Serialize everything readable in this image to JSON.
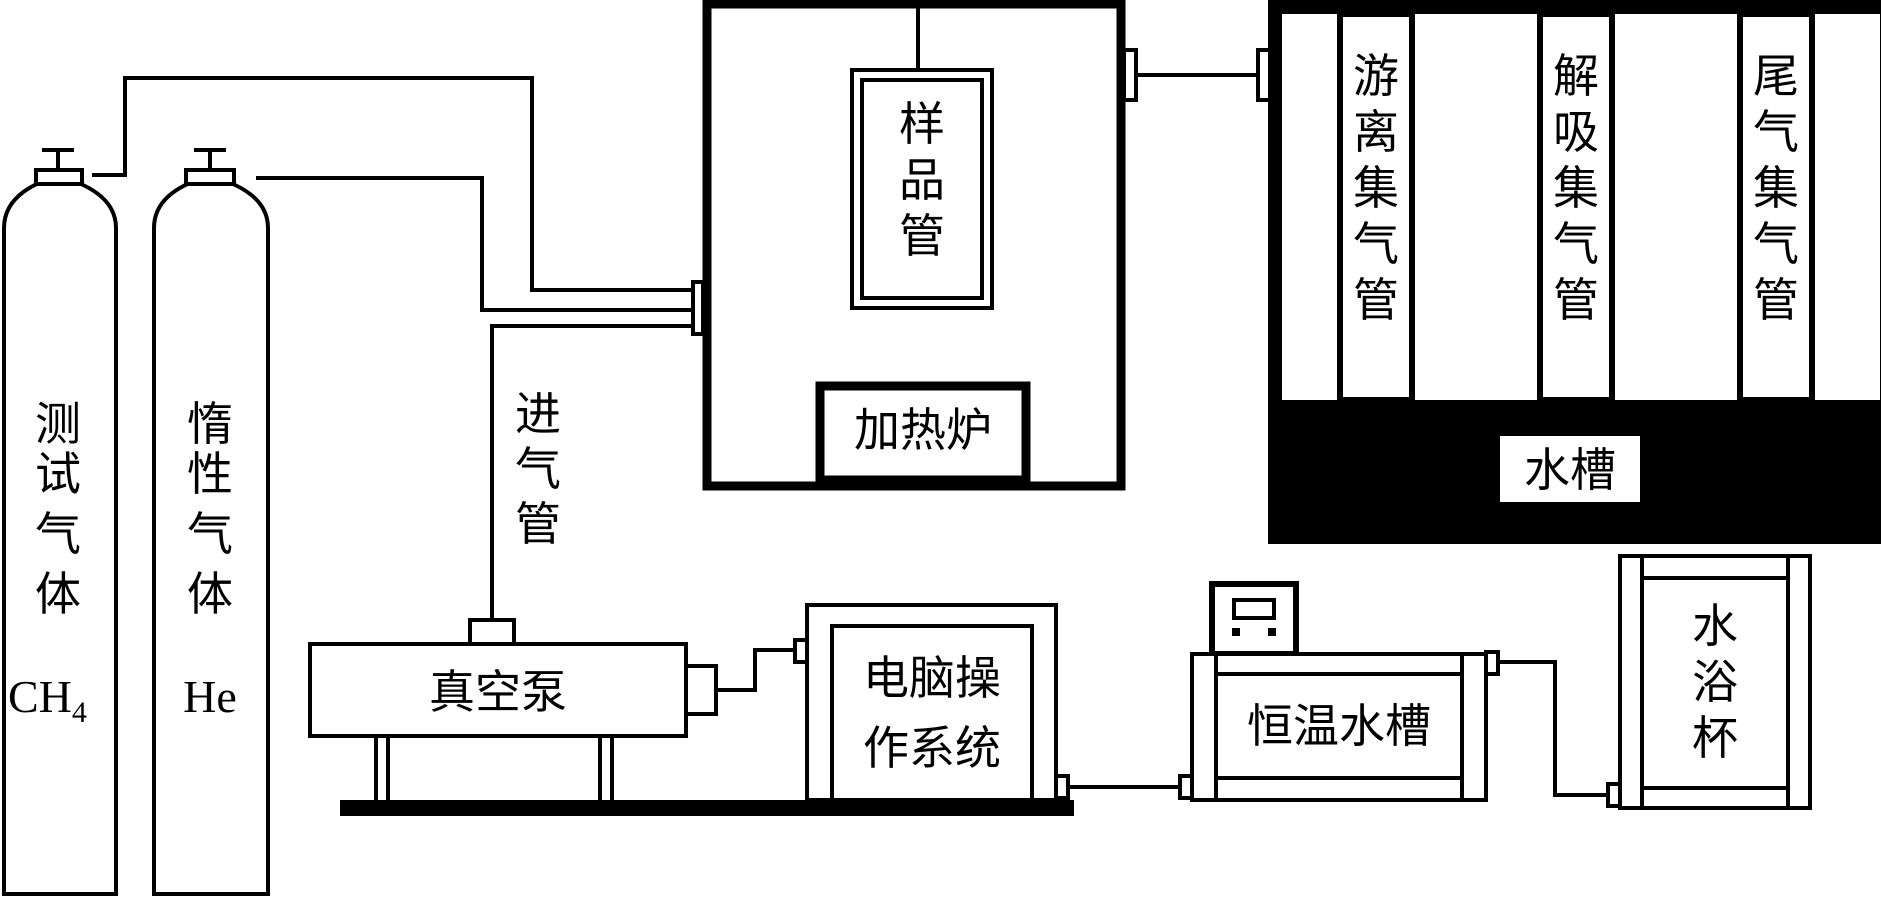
{
  "labels": {
    "test_gas": [
      "测",
      "试",
      "气",
      "体"
    ],
    "test_gas_formula": "CH",
    "test_gas_formula_sub": "4",
    "inert_gas": [
      "惰",
      "性",
      "气",
      "体"
    ],
    "inert_gas_formula": "He",
    "intake_pipe": [
      "进",
      "气",
      "管"
    ],
    "sample_tube": [
      "样",
      "品",
      "管"
    ],
    "heating_furnace": "加热炉",
    "free_gas_tube": [
      "游",
      "离",
      "集",
      "气",
      "管"
    ],
    "desorption_gas_tube": [
      "解",
      "吸",
      "集",
      "气",
      "管"
    ],
    "tail_gas_tube": [
      "尾",
      "气",
      "集",
      "气",
      "管"
    ],
    "water_tank": "水槽",
    "vacuum_pump": "真空泵",
    "computer_system": [
      "电脑操",
      "作系统"
    ],
    "thermostatic_tank": "恒温水槽",
    "water_bath_cup": [
      "水",
      "浴",
      "杯"
    ]
  },
  "colors": {
    "stroke": "#000000",
    "fill": "#ffffff",
    "tank": "#000000"
  }
}
